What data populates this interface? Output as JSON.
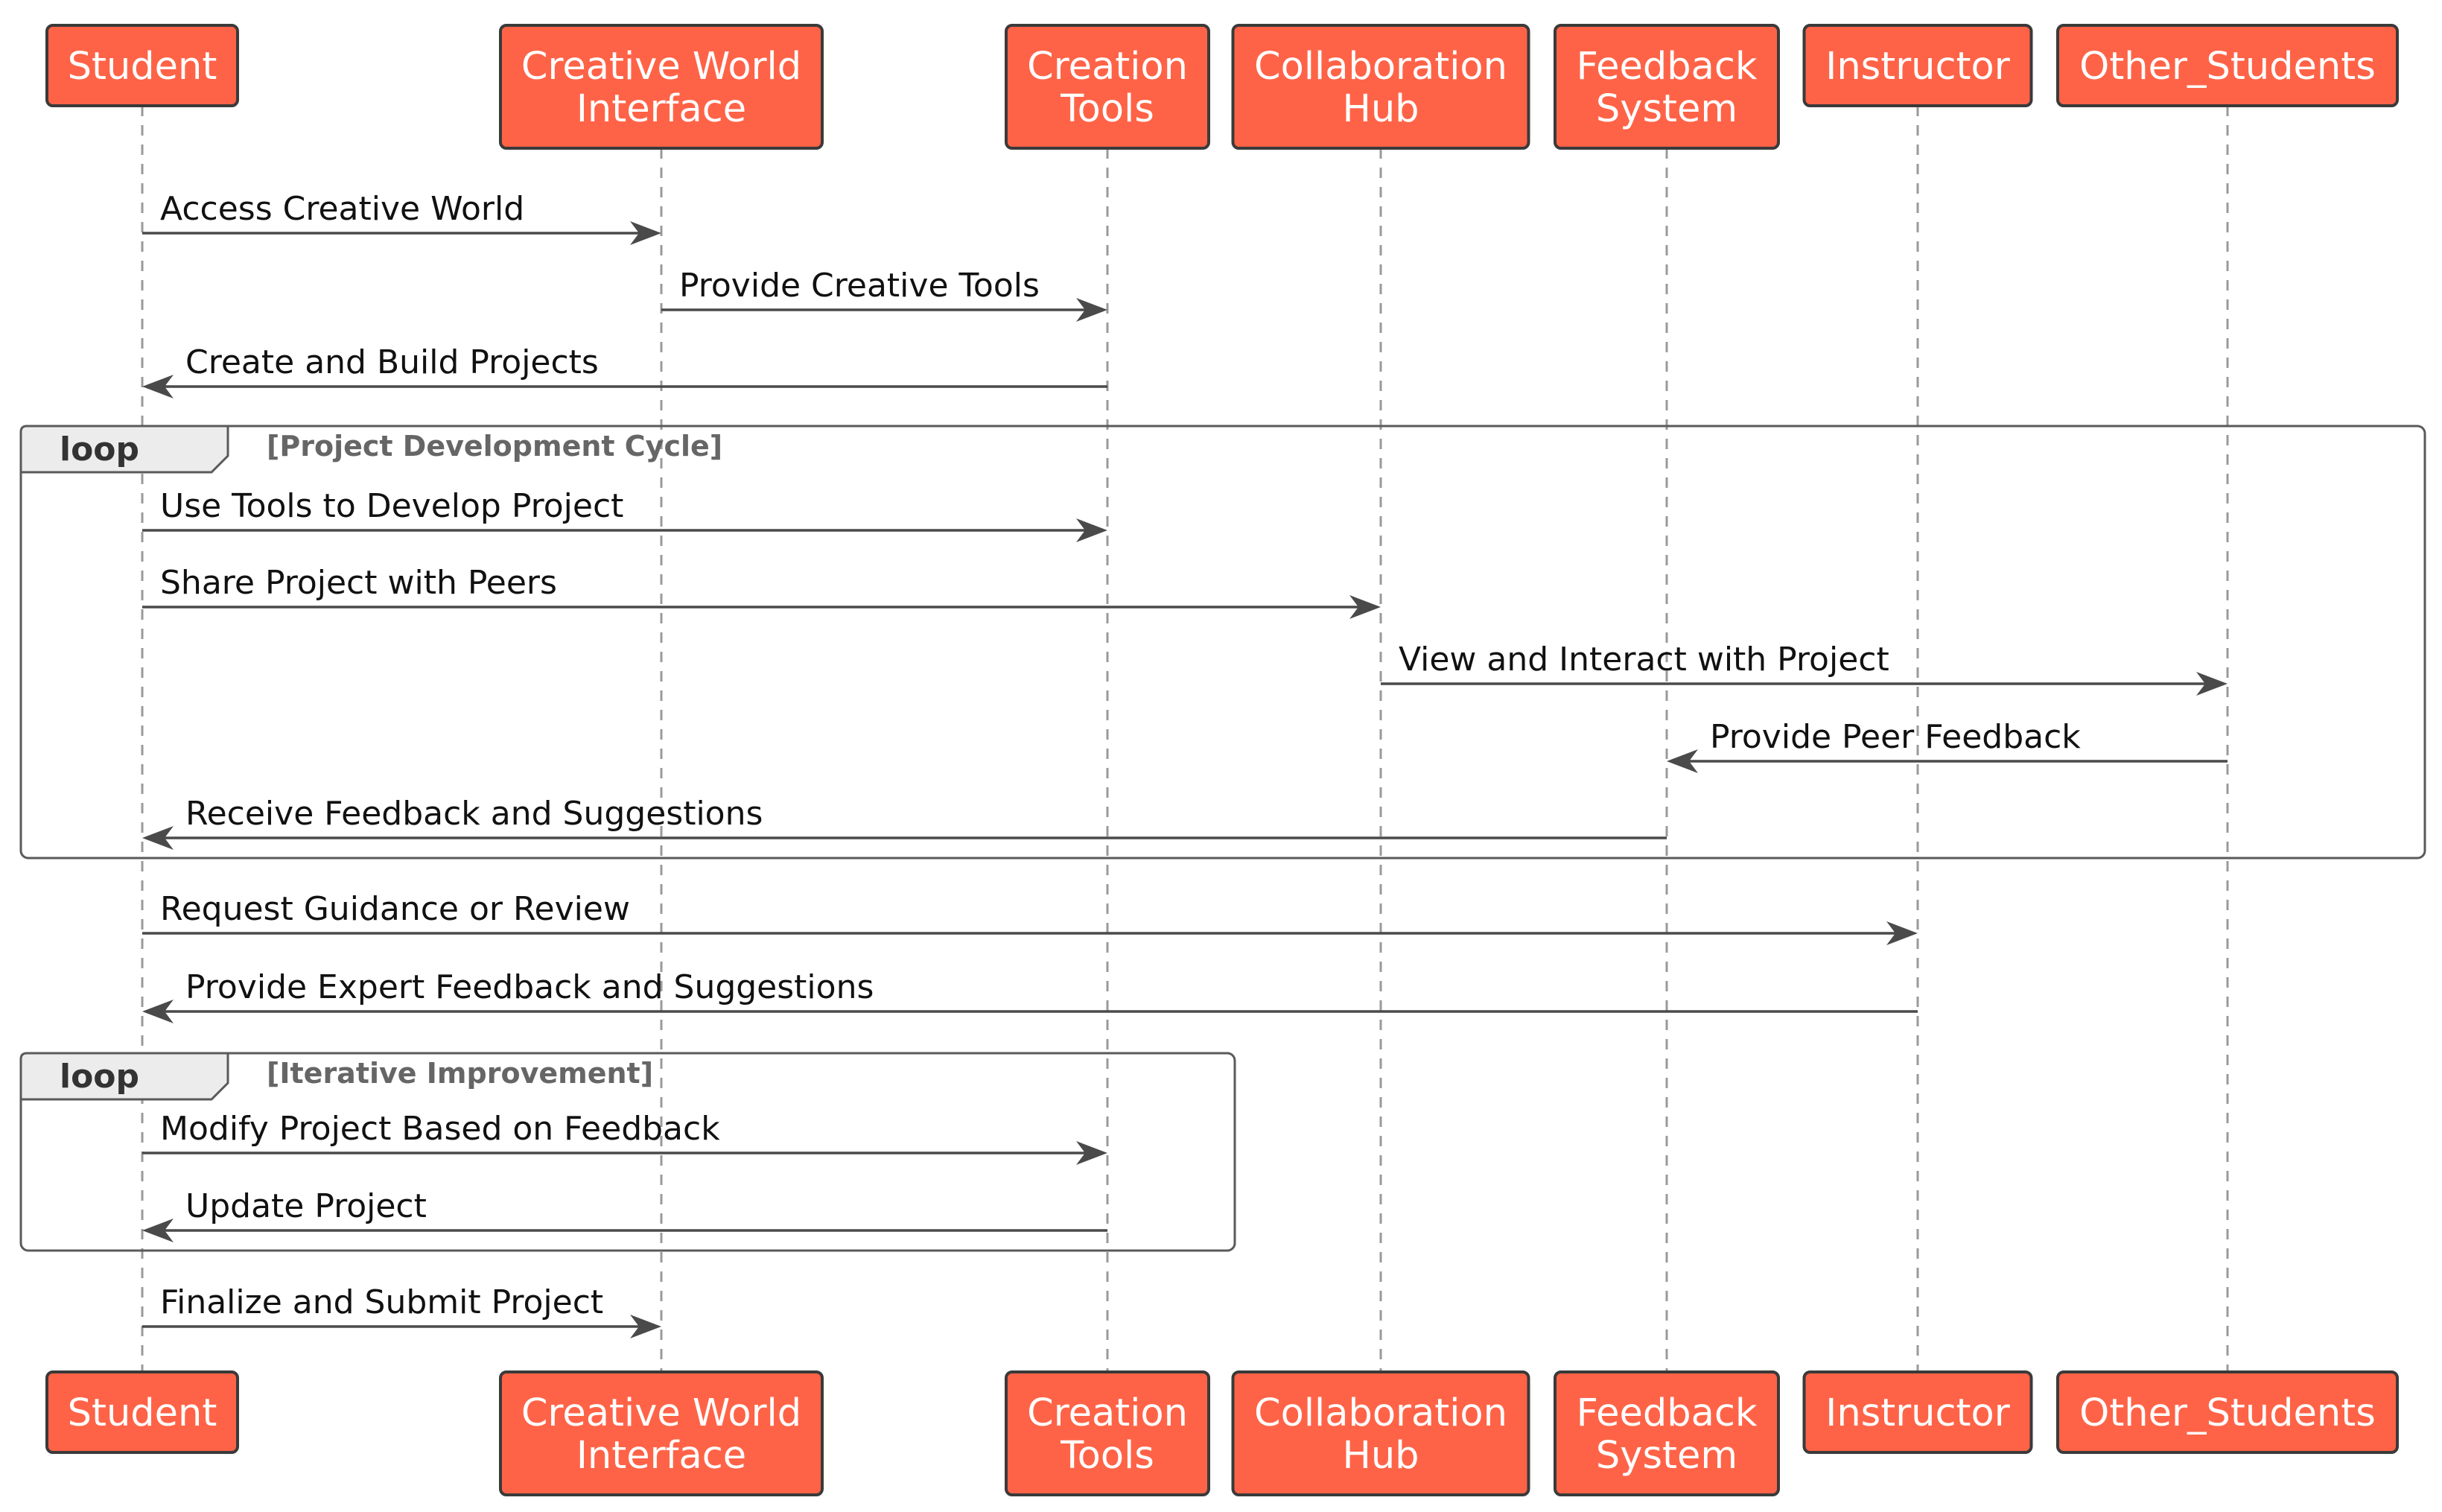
{
  "participants": [
    {
      "id": "student",
      "lines": [
        "Student"
      ]
    },
    {
      "id": "creative_world",
      "lines": [
        "Creative World",
        "Interface"
      ]
    },
    {
      "id": "creation_tools",
      "lines": [
        "Creation",
        "Tools"
      ]
    },
    {
      "id": "collaboration_hub",
      "lines": [
        "Collaboration",
        "Hub"
      ]
    },
    {
      "id": "feedback_system",
      "lines": [
        "Feedback",
        "System"
      ]
    },
    {
      "id": "instructor",
      "lines": [
        "Instructor"
      ]
    },
    {
      "id": "other_students",
      "lines": [
        "Other_Students"
      ]
    }
  ],
  "messages": [
    {
      "from": "student",
      "to": "creative_world",
      "label": "Access Creative World"
    },
    {
      "from": "creative_world",
      "to": "creation_tools",
      "label": "Provide Creative Tools"
    },
    {
      "from": "creation_tools",
      "to": "student",
      "label": "Create and Build Projects"
    },
    {
      "from": "student",
      "to": "creation_tools",
      "label": "Use Tools to Develop Project"
    },
    {
      "from": "student",
      "to": "collaboration_hub",
      "label": "Share Project with Peers"
    },
    {
      "from": "collaboration_hub",
      "to": "other_students",
      "label": "View and Interact with Project"
    },
    {
      "from": "other_students",
      "to": "feedback_system",
      "label": "Provide Peer Feedback"
    },
    {
      "from": "feedback_system",
      "to": "student",
      "label": "Receive Feedback and Suggestions"
    },
    {
      "from": "student",
      "to": "instructor",
      "label": "Request Guidance or Review"
    },
    {
      "from": "instructor",
      "to": "student",
      "label": "Provide Expert Feedback and Suggestions"
    },
    {
      "from": "student",
      "to": "creation_tools",
      "label": "Modify Project Based on Feedback"
    },
    {
      "from": "creation_tools",
      "to": "student",
      "label": "Update Project"
    },
    {
      "from": "student",
      "to": "creative_world",
      "label": "Finalize and Submit Project"
    }
  ],
  "loops": [
    {
      "keyword": "loop",
      "guard": "[Project Development Cycle]",
      "first_message": 3,
      "last_message": 7
    },
    {
      "keyword": "loop",
      "guard": "[Iterative Improvement]",
      "first_message": 10,
      "last_message": 11
    }
  ],
  "colors": {
    "participant_fill": "#ff6347",
    "participant_text": "#ffffff",
    "arrow": "#4a4a4a"
  }
}
